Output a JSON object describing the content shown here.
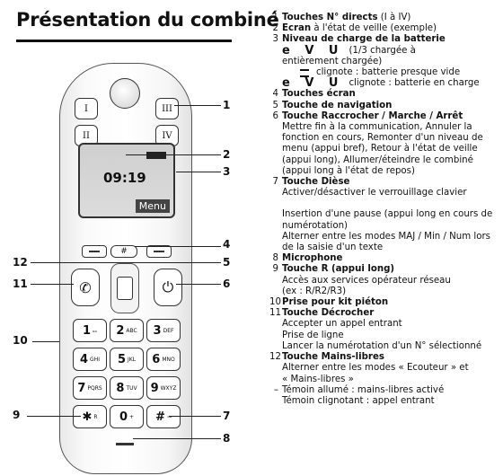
{
  "title": "Présentation du combiné",
  "screen": {
    "time": "09:19",
    "softkey": "Menu"
  },
  "keys": {
    "direct": [
      "I",
      "III",
      "II",
      "IV"
    ],
    "numbers": [
      {
        "d": "1",
        "l": "ₒₒ"
      },
      {
        "d": "2",
        "l": "ABC"
      },
      {
        "d": "3",
        "l": "DEF"
      },
      {
        "d": "4",
        "l": "GHI"
      },
      {
        "d": "5",
        "l": "JKL"
      },
      {
        "d": "6",
        "l": "MNO"
      },
      {
        "d": "7",
        "l": "PQRS"
      },
      {
        "d": "8",
        "l": "TUV"
      },
      {
        "d": "9",
        "l": "WXYZ"
      },
      {
        "d": "✱",
        "l": "R"
      },
      {
        "d": "0",
        "l": "+"
      },
      {
        "d": "#",
        "l": "⊸"
      }
    ],
    "hash_top": "#"
  },
  "callouts": [
    "1",
    "2",
    "3",
    "4",
    "5",
    "6",
    "7",
    "8",
    "9",
    "10",
    "11",
    "12"
  ],
  "legend": {
    "e1_num": "1",
    "e1_bold": "Touches N° directs",
    "e1_rest": " (I à IV)",
    "e2_num": "2",
    "e2_bold": "Ecran",
    "e2_rest": " à l'état de veille (exemple)",
    "e3_num": "3",
    "e3_bold": "Niveau de charge de la batterie",
    "e3_icons": "e V U",
    "e3_l1": "(1/3 chargée à",
    "e3_l2": "entièrement chargée)",
    "e3_l3": "clignote : batterie presque vide",
    "e3_icons2": "e V U",
    "e3_l4": "clignote : batterie en charge",
    "e4_num": "4",
    "e4_bold": "Touches écran",
    "e5_num": "5",
    "e5_bold": "Touche de navigation",
    "e6_num": "6",
    "e6_bold": "Touche Raccrocher / Marche / Arrêt",
    "e6_l1": "Mettre fin à la communication, Annuler la",
    "e6_l2": "fonction en cours, Remonter d'un niveau de",
    "e6_l3": "menu (appui bref), Retour à l'état de veille",
    "e6_l4": "(appui long), Allumer/éteindre le combiné",
    "e6_l5": "(appui long à l'état de repos)",
    "e7_num": "7",
    "e7_bold": "Touche Dièse",
    "e7_l1": "Activer/désactiver le verrouillage clavier",
    "e7_l2": "Insertion d'une pause (appui long en cours de",
    "e7_l3": "numérotation)",
    "e7_l4": "Alterner entre les modes MAJ / Min / Num lors",
    "e7_l5": "de la saisie d'un texte",
    "e8_num": "8",
    "e8_bold": "Microphone",
    "e9_num": "9",
    "e9_bold": "Touche R (appui long)",
    "e9_l1": "Accès aux services opérateur réseau",
    "e9_l2": "(ex : R/R2/R3)",
    "e10_num": "10",
    "e10_bold": "Prise pour kit piéton",
    "e11_num": "11",
    "e11_bold": "Touche Décrocher",
    "e11_l1": "Accepter un appel entrant",
    "e11_l2": "Prise de ligne",
    "e11_l3": "Lancer la numérotation d'un N° sélectionné",
    "e12_num": "12",
    "e12_bold": "Touche Mains-libres",
    "e12_l1": "Alterner entre les modes « Ecouteur » et",
    "e12_l2": "« Mains-libres »",
    "e13_num": "–",
    "e13_l1": "Témoin allumé : mains-libres activé",
    "e13_l2": "Témoin clignotant : appel entrant"
  }
}
